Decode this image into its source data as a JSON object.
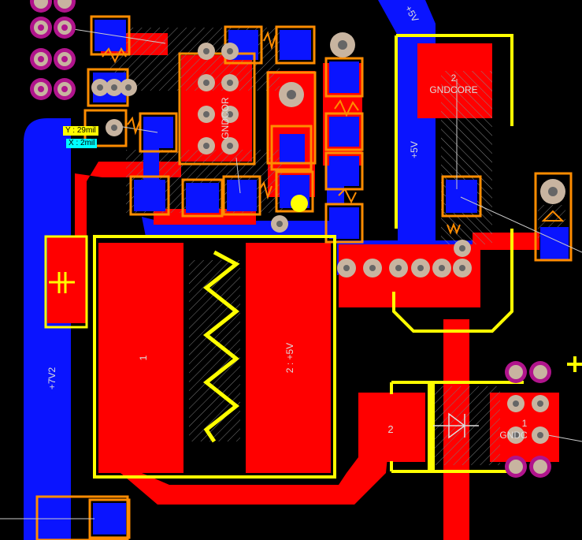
{
  "window": {
    "title": ""
  },
  "cursor_readout": {
    "y": "Y : 29mil",
    "x": "X : 2mil"
  },
  "nets": {
    "plus_5v_top": "+5V",
    "plus_5v_trace": "+5V",
    "gndcore_number": "2",
    "gndcore_name": "GNDCORE",
    "plus_7v2": "+7V2",
    "pad_1_label": "1",
    "pad_2_plus5v_label": "2 : +5V",
    "diode_pad_2": "2",
    "right_component_pad1": "1",
    "right_component_name": "GNDC",
    "top_component_name": "GNDCOR"
  },
  "colors": {
    "top_layer": "#ff0000",
    "bottom_layer": "#0a14ff",
    "top_overlay": "#ffff00",
    "board_bg": "#000000",
    "pad_outline": "#ff8c00",
    "via": "#c8b4a0",
    "mask": "#b0148c",
    "coord_y_bg": "#ffff00",
    "coord_x_bg": "#00ffff"
  }
}
